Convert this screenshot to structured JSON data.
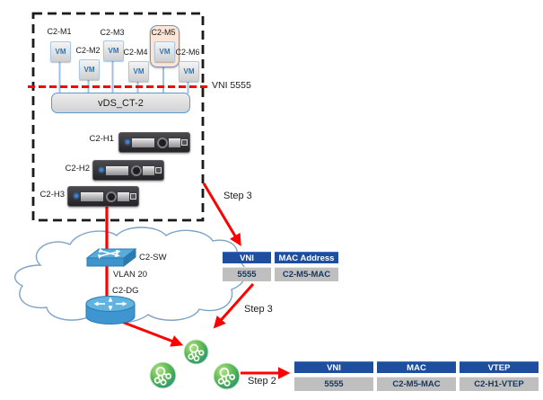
{
  "diagram": {
    "vm_badge": "VM",
    "vms": [
      "C2-M1",
      "C2-M2",
      "C2-M3",
      "C2-M4",
      "C2-M5",
      "C2-M6"
    ],
    "highlighted_vm": "C2-M5",
    "vds_label": "vDS_CT-2",
    "vni_line_label": "VNI 5555",
    "hosts": [
      "C2-H1",
      "C2-H2",
      "C2-H3"
    ],
    "switch_label": "C2-SW",
    "vlan_label": "VLAN 20",
    "router_label": "C2-DG",
    "step3_upper": "Step 3",
    "step3_lower": "Step 3",
    "step2": "Step 2"
  },
  "tables": {
    "vni_mac": {
      "headers": [
        "VNI",
        "MAC Address"
      ],
      "row": [
        "5555",
        "C2-M5-MAC"
      ]
    },
    "vni_mac_vtep": {
      "headers": [
        "VNI",
        "MAC",
        "VTEP"
      ],
      "row": [
        "5555",
        "C2-M5-MAC",
        "C2-H1-VTEP"
      ]
    }
  },
  "colors": {
    "arrow_red": "#FF0000",
    "table_header_blue": "#1F4E9E",
    "table_row_gray": "#BFBFBF",
    "table_text_navy": "#17365D",
    "vm_text_blue": "#2E75B6",
    "highlight_peach": "#FBE5D6",
    "connector_blue": "#9CC2E5",
    "cloud_stroke": "#7FA3C4"
  }
}
